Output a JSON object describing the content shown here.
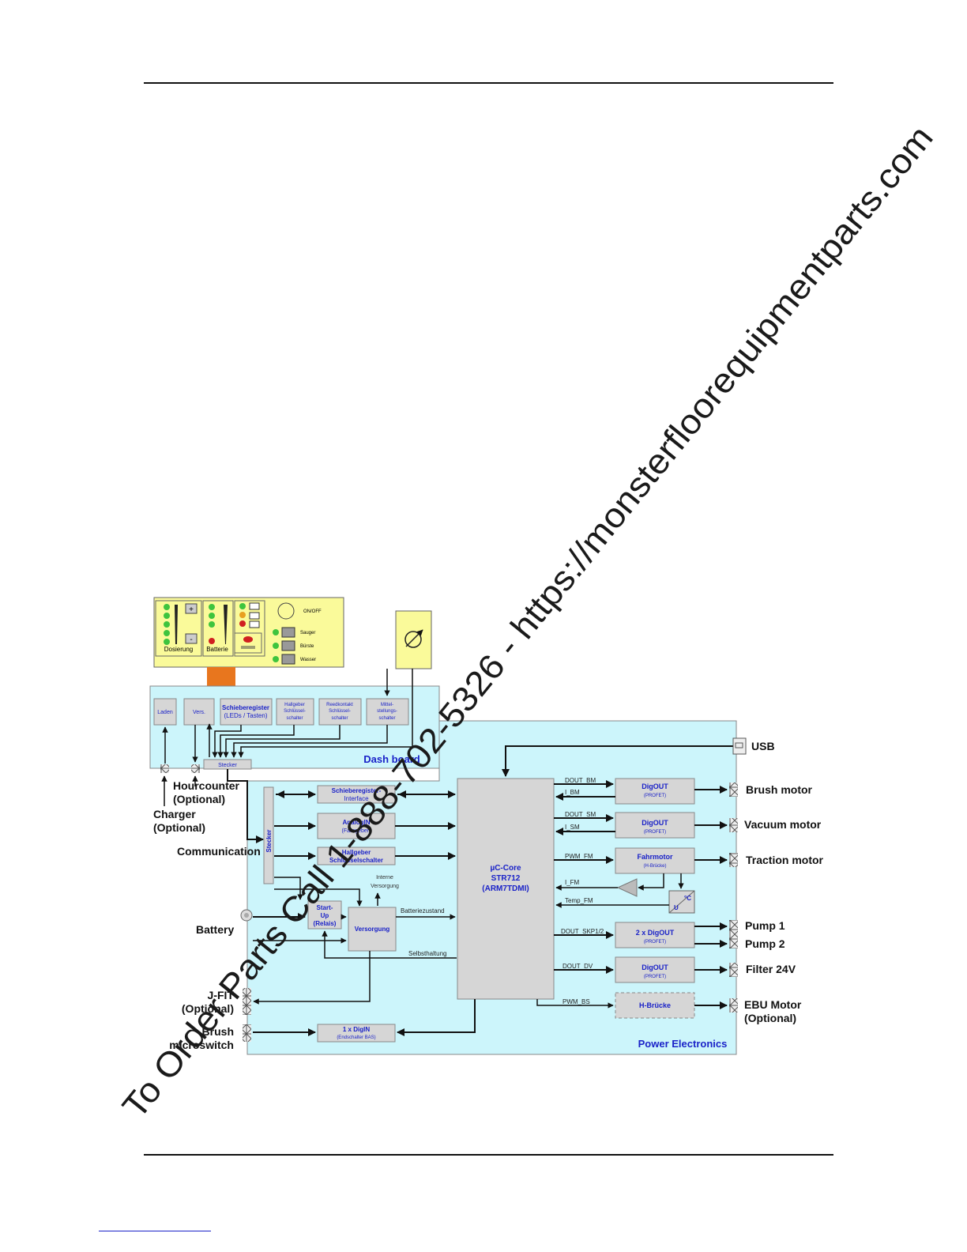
{
  "dashboard_panel": {
    "dosierung": "Dosierung",
    "batterie": "Batterie",
    "on_off": "ON/OFF",
    "sauger": "Sauger",
    "buerste": "Bürste",
    "wasser": "Wasser",
    "plus": "+",
    "minus": "-"
  },
  "dash_board": {
    "title": "Dash board",
    "blocks": [
      "Laden",
      "Vers.",
      "Schieberegister",
      "(LEDs / Tasten)",
      "Hallgeber",
      "Schlüssel-",
      "schalter",
      "Reedkontakt",
      "Schlüssel-",
      "schalter",
      "Mittel-",
      "stellungs-",
      "schalter"
    ],
    "stecker": "Stecker"
  },
  "power": {
    "title": "Power Electronics",
    "core": [
      "µC-Core",
      "STR712",
      "(ARM7TDMI)"
    ],
    "schiebe": [
      "Schieberegister-",
      "Interface"
    ],
    "analogin": [
      "AnalogIN",
      "(Fahrgeber)"
    ],
    "hallgeber": [
      "Hallgeber",
      "Schlüsselschalter"
    ],
    "startup": [
      "Start-",
      "Up",
      "(Relais)"
    ],
    "versorgung": "Versorgung",
    "interne": [
      "Interne",
      "Versorgung"
    ],
    "batteriezustand": "Batteriezustand",
    "selbsthaltung": "Selbsthaltung",
    "digin": [
      "1 x DigIN",
      "(Endschalter BAS)"
    ],
    "stecker_v": "Stecker",
    "digout": "DigOUT",
    "profet": "(PROFET)",
    "digout2": "2 x DigOUT",
    "fahrmotor": [
      "Fahrmotor",
      "(H-Brücke)"
    ],
    "hbruecke": "H-Brücke",
    "u": "U",
    "degc": "°C"
  },
  "signals": {
    "dout_bm": "DOUT_BM",
    "i_bm": "I_BM",
    "dout_sm": "DOUT_SM",
    "i_sm": "I_SM",
    "pwm_fm": "PWM_FM",
    "i_fm": "I_FM",
    "temp_fm": "Temp_FM",
    "dout_skp": "DOUT_SKP1/2",
    "dout_dv": "DOUT_DV",
    "pwm_bs": "PWM_BS"
  },
  "outputs": {
    "usb": "USB",
    "brush_motor": "Brush motor",
    "vacuum_motor": "Vacuum motor",
    "traction_motor": "Traction motor",
    "pump1": "Pump 1",
    "pump2": "Pump 2",
    "filter": "Filter 24V",
    "ebu1": "EBU Motor",
    "ebu2": "(Optional)"
  },
  "inputs": {
    "hourcounter1": "Hourcounter",
    "hourcounter2": "(Optional)",
    "charger1": "Charger",
    "charger2": "(Optional)",
    "communication": "Communication",
    "battery": "Battery",
    "jfit1": "J-FIT",
    "jfit2": "(Optional)",
    "brush1": "Brush",
    "brush2": "microswitch"
  },
  "watermark": "To Order Parts Call 1-888-702-5326 - https://monsterfloorequipmentparts.com"
}
